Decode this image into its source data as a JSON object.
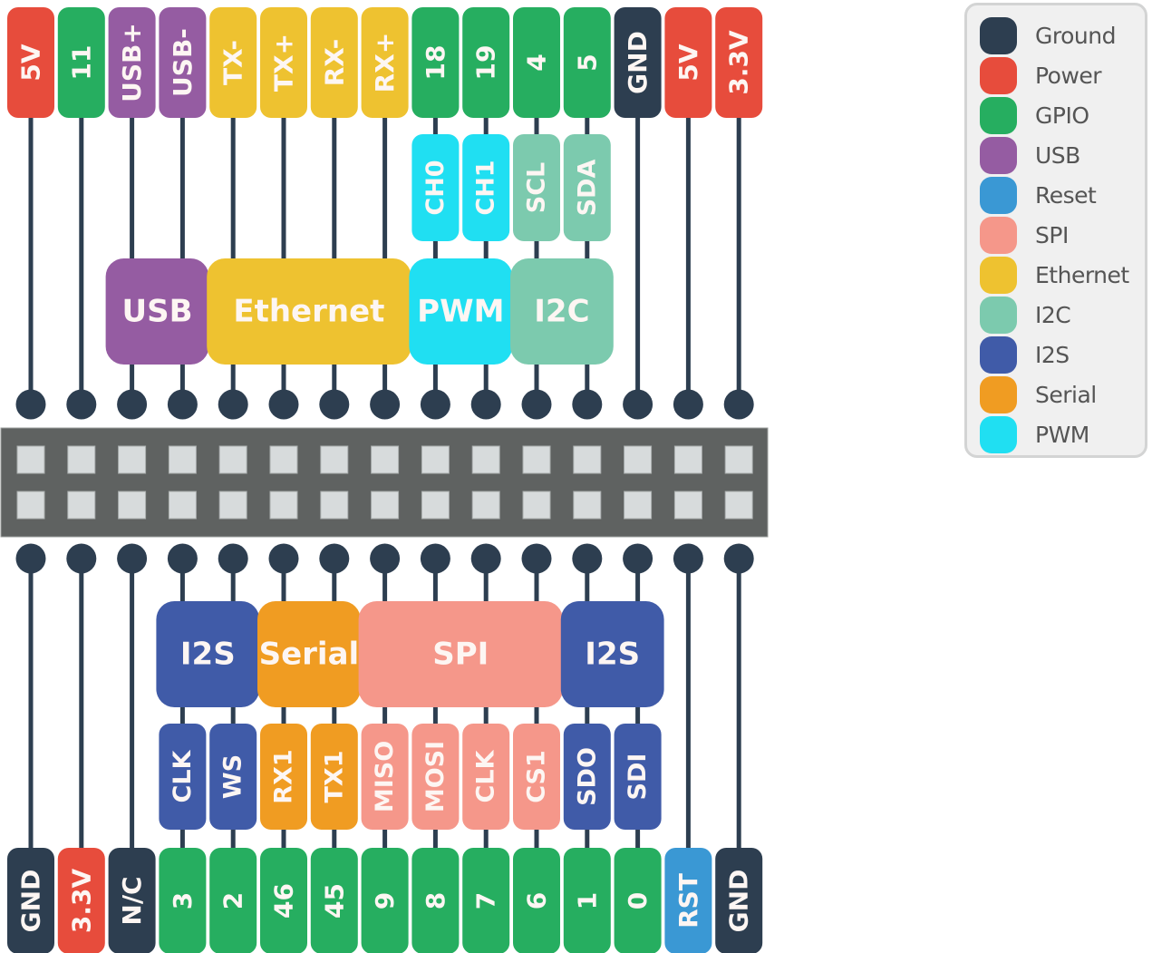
{
  "colors": {
    "Ground": "#2d3e50",
    "Power": "#e74c3c",
    "GPIO": "#26ae60",
    "USB": "#955ca2",
    "Reset": "#3a98d4",
    "SPI": "#f5978a",
    "Ethernet": "#eec230",
    "I2C": "#7ccaae",
    "I2S": "#405ba8",
    "Serial": "#f09c22",
    "PWM": "#20dff2",
    "wire": "#2d3e50",
    "header_body": "#5f6261",
    "header_pin": "#d7dbdc",
    "label_text": "#fdf6f3"
  },
  "legend": {
    "items": [
      {
        "label": "Ground",
        "type": "Ground"
      },
      {
        "label": "Power",
        "type": "Power"
      },
      {
        "label": "GPIO",
        "type": "GPIO"
      },
      {
        "label": "USB",
        "type": "USB"
      },
      {
        "label": "Reset",
        "type": "Reset"
      },
      {
        "label": "SPI",
        "type": "SPI"
      },
      {
        "label": "Ethernet",
        "type": "Ethernet"
      },
      {
        "label": "I2C",
        "type": "I2C"
      },
      {
        "label": "I2S",
        "type": "I2S"
      },
      {
        "label": "Serial",
        "type": "Serial"
      },
      {
        "label": "PWM",
        "type": "PWM"
      }
    ]
  },
  "top_row": {
    "pins": [
      {
        "label": "5V",
        "type": "Power"
      },
      {
        "label": "11",
        "type": "GPIO"
      },
      {
        "label": "USB+",
        "type": "USB"
      },
      {
        "label": "USB-",
        "type": "USB"
      },
      {
        "label": "TX-",
        "type": "Ethernet"
      },
      {
        "label": "TX+",
        "type": "Ethernet"
      },
      {
        "label": "RX-",
        "type": "Ethernet"
      },
      {
        "label": "RX+",
        "type": "Ethernet"
      },
      {
        "label": "18",
        "type": "GPIO"
      },
      {
        "label": "19",
        "type": "GPIO"
      },
      {
        "label": "4",
        "type": "GPIO"
      },
      {
        "label": "5",
        "type": "GPIO"
      },
      {
        "label": "GND",
        "type": "Ground"
      },
      {
        "label": "5V",
        "type": "Power"
      },
      {
        "label": "3.3V",
        "type": "Power"
      }
    ],
    "function_labels": [
      {
        "pin": 8,
        "label": "CH0",
        "type": "PWM"
      },
      {
        "pin": 9,
        "label": "CH1",
        "type": "PWM"
      },
      {
        "pin": 10,
        "label": "SCL",
        "type": "I2C"
      },
      {
        "pin": 11,
        "label": "SDA",
        "type": "I2C"
      }
    ],
    "groups": [
      {
        "label": "USB",
        "type": "USB",
        "from": 2,
        "to": 3
      },
      {
        "label": "Ethernet",
        "type": "Ethernet",
        "from": 4,
        "to": 7
      },
      {
        "label": "PWM",
        "type": "PWM",
        "from": 8,
        "to": 9
      },
      {
        "label": "I2C",
        "type": "I2C",
        "from": 10,
        "to": 11
      }
    ]
  },
  "bottom_row": {
    "pins": [
      {
        "label": "GND",
        "type": "Ground"
      },
      {
        "label": "3.3V",
        "type": "Power"
      },
      {
        "label": "N/C",
        "type": "Ground"
      },
      {
        "label": "3",
        "type": "GPIO"
      },
      {
        "label": "2",
        "type": "GPIO"
      },
      {
        "label": "46",
        "type": "GPIO"
      },
      {
        "label": "45",
        "type": "GPIO"
      },
      {
        "label": "9",
        "type": "GPIO"
      },
      {
        "label": "8",
        "type": "GPIO"
      },
      {
        "label": "7",
        "type": "GPIO"
      },
      {
        "label": "6",
        "type": "GPIO"
      },
      {
        "label": "1",
        "type": "GPIO"
      },
      {
        "label": "0",
        "type": "GPIO"
      },
      {
        "label": "RST",
        "type": "Reset"
      },
      {
        "label": "GND",
        "type": "Ground"
      }
    ],
    "function_labels": [
      {
        "pin": 3,
        "label": "CLK",
        "type": "I2S"
      },
      {
        "pin": 4,
        "label": "WS",
        "type": "I2S"
      },
      {
        "pin": 5,
        "label": "RX1",
        "type": "Serial"
      },
      {
        "pin": 6,
        "label": "TX1",
        "type": "Serial"
      },
      {
        "pin": 7,
        "label": "MISO",
        "type": "SPI"
      },
      {
        "pin": 8,
        "label": "MOSI",
        "type": "SPI"
      },
      {
        "pin": 9,
        "label": "CLK",
        "type": "SPI"
      },
      {
        "pin": 10,
        "label": "CS1",
        "type": "SPI"
      },
      {
        "pin": 11,
        "label": "SDO",
        "type": "I2S"
      },
      {
        "pin": 12,
        "label": "SDI",
        "type": "I2S"
      }
    ],
    "groups": [
      {
        "label": "I2S",
        "type": "I2S",
        "from": 3,
        "to": 4
      },
      {
        "label": "Serial",
        "type": "Serial",
        "from": 5,
        "to": 6
      },
      {
        "label": "SPI",
        "type": "SPI",
        "from": 7,
        "to": 10
      },
      {
        "label": "I2S",
        "type": "I2S",
        "from": 11,
        "to": 12
      }
    ]
  },
  "header": {
    "columns": 15,
    "rows": 2
  }
}
